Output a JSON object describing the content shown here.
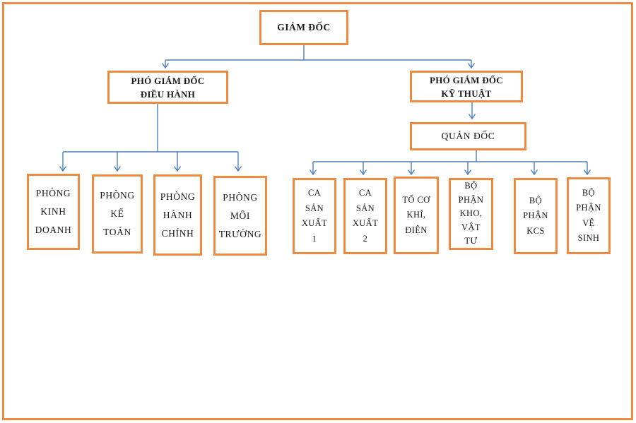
{
  "colors": {
    "box_border": "#EF8B41",
    "connector": "#4C7FBC",
    "text": "#1a1a1a",
    "background": "#ffffff"
  },
  "org_chart": {
    "nodes": {
      "director": "GIÁM ĐỐC",
      "deputy_operations": "PHÓ GIÁM ĐỐC\nĐIỀU HÀNH",
      "deputy_technical": "PHÓ GIÁM ĐỐC\nKỸ THUẬT",
      "foreman": "QUẢN ĐỐC",
      "dept_business": "PHÒNG\nKINH\nDOANH",
      "dept_accounting": "PHÒNG\nKẾ\nTOÁN",
      "dept_admin": "PHÒNG\nHÀNH\nCHÍNH",
      "dept_environment": "PHÒNG\nMÔI\nTRƯỜNG",
      "production_shift_1": "CA\nSẢN\nXUẤT\n1",
      "production_shift_2": "CA\nSẢN\nXUẤT\n2",
      "mechanical_electrical_team": "TỔ CƠ\nKHÍ,\nĐIỆN",
      "warehouse_materials": "BỘ\nPHẬN\nKHO,\nVẬT\nTƯ",
      "kcs_department": "BỘ\nPHẬN\nKCS",
      "sanitation_department": "BỘ\nPHẬN\nVỆ\nSINH"
    },
    "hierarchy": {
      "director": [
        "deputy_operations",
        "deputy_technical"
      ],
      "deputy_operations": [
        "dept_business",
        "dept_accounting",
        "dept_admin",
        "dept_environment"
      ],
      "deputy_technical": [
        "foreman"
      ],
      "foreman": [
        "production_shift_1",
        "production_shift_2",
        "mechanical_electrical_team",
        "warehouse_materials",
        "kcs_department",
        "sanitation_department"
      ]
    }
  }
}
